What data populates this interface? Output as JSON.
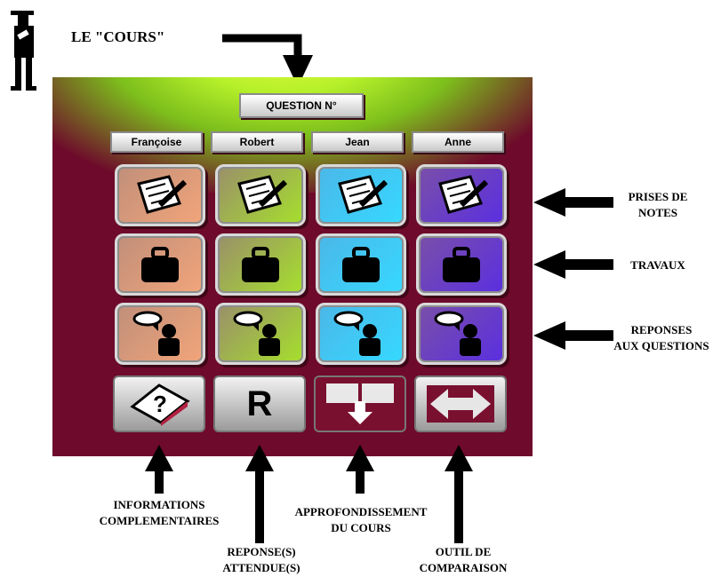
{
  "title": "LE \"COURS\"",
  "question_tab": "QUESTION N°",
  "students": [
    "Françoise",
    "Robert",
    "Jean",
    "Anne"
  ],
  "rows": [
    {
      "name": "prises-de-notes",
      "icon": "notepad-pencil-icon",
      "callout_lines": [
        "PRISES DE",
        "NOTES"
      ]
    },
    {
      "name": "travaux",
      "icon": "briefcase-icon",
      "callout_lines": [
        "TRAVAUX"
      ]
    },
    {
      "name": "reponses",
      "icon": "speech-person-icon",
      "callout_lines": [
        "REPONSES",
        "AUX QUESTIONS"
      ]
    }
  ],
  "tools": [
    {
      "name": "informations",
      "glyph": "?",
      "icon": "question-book-icon",
      "callout_lines": [
        "INFORMATIONS",
        "COMPLEMENTAIRES"
      ]
    },
    {
      "name": "reponse-attendue",
      "glyph": "R",
      "icon": "letter-r-icon",
      "callout_lines": [
        "REPONSE(S)",
        "ATTENDUE(S)"
      ]
    },
    {
      "name": "approfondissement",
      "glyph": "",
      "icon": "down-arrow-icon",
      "callout_lines": [
        "APPROFONDISSEMENT",
        "DU COURS"
      ]
    },
    {
      "name": "comparaison",
      "glyph": "",
      "icon": "double-arrow-icon",
      "callout_lines": [
        "OUTIL DE",
        "COMPARAISON"
      ]
    }
  ],
  "colors": {
    "panel": "#6e0a2b",
    "glow": "#d6ff2e"
  }
}
